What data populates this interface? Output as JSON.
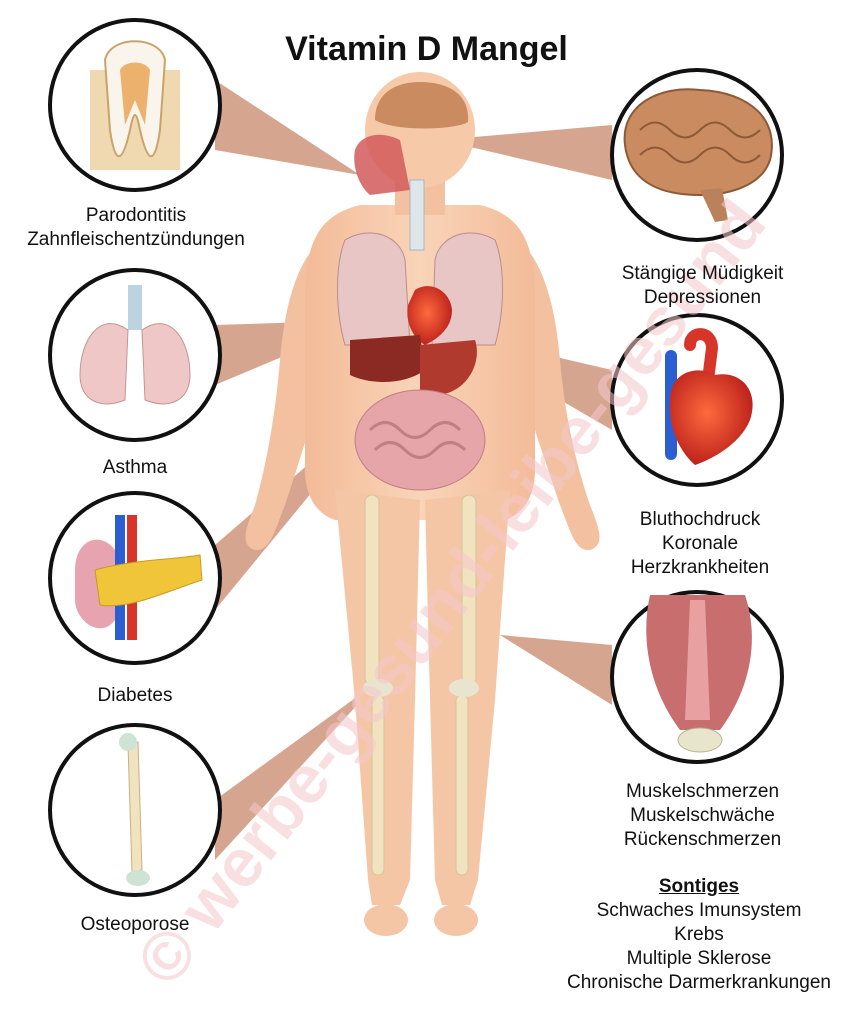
{
  "title": "Vitamin D Mangel",
  "conditions": {
    "teeth": [
      "Parodontitis",
      "Zahnfleischentzündungen"
    ],
    "lungs": [
      "Asthma"
    ],
    "pancreas": [
      "Diabetes"
    ],
    "bone": [
      "Osteoporose"
    ],
    "brain": [
      "Stängige Müdigkeit",
      "Depressionen"
    ],
    "heart": [
      "Bluthochdruck",
      "Koronale",
      "Herzkrankheiten"
    ],
    "muscle": [
      "Muskelschmerzen",
      "Muskelschwäche",
      "Rückenschmerzen"
    ]
  },
  "other": {
    "heading": "Sontiges",
    "items": [
      "Schwaches Imunsystem",
      "Krebs",
      "Multiple Sklerose",
      "Chronische Darmerkrankungen"
    ]
  },
  "colors": {
    "skin": "#f6c9a8",
    "pointer": "#d9a48a",
    "bone": "#f1e2c0",
    "lung": "#e8c0c0",
    "heart": "#d8352a",
    "liver": "#8b2a22",
    "intestine": "#e6a5a8",
    "brain": "#c98b5f",
    "circle_border": "#111111"
  },
  "watermark": "© werbe-gesund-leibe-gesund"
}
